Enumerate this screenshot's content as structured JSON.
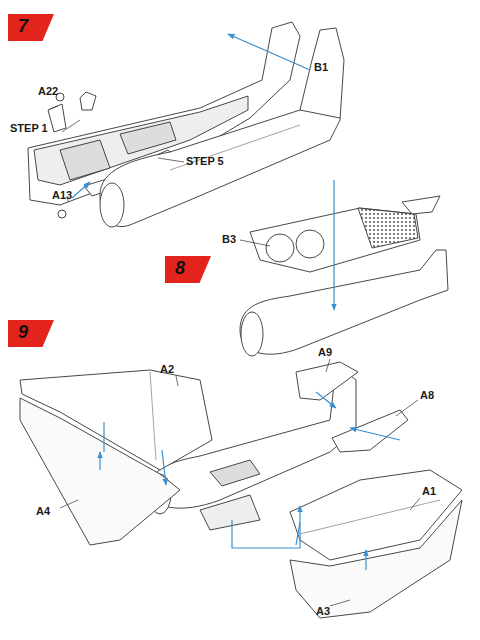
{
  "diagram": {
    "nodes": [
      {
        "text": [
          "7"
        ]
      },
      {
        "text": [
          "8"
        ]
      },
      {
        "text": [
          "9"
        ]
      }
    ],
    "labels": [
      "A22",
      "STEP 1",
      "A13",
      "STEP 5",
      "B1",
      "B3",
      "A2",
      "A9",
      "A8",
      "A4",
      "A1",
      "A3"
    ]
  }
}
